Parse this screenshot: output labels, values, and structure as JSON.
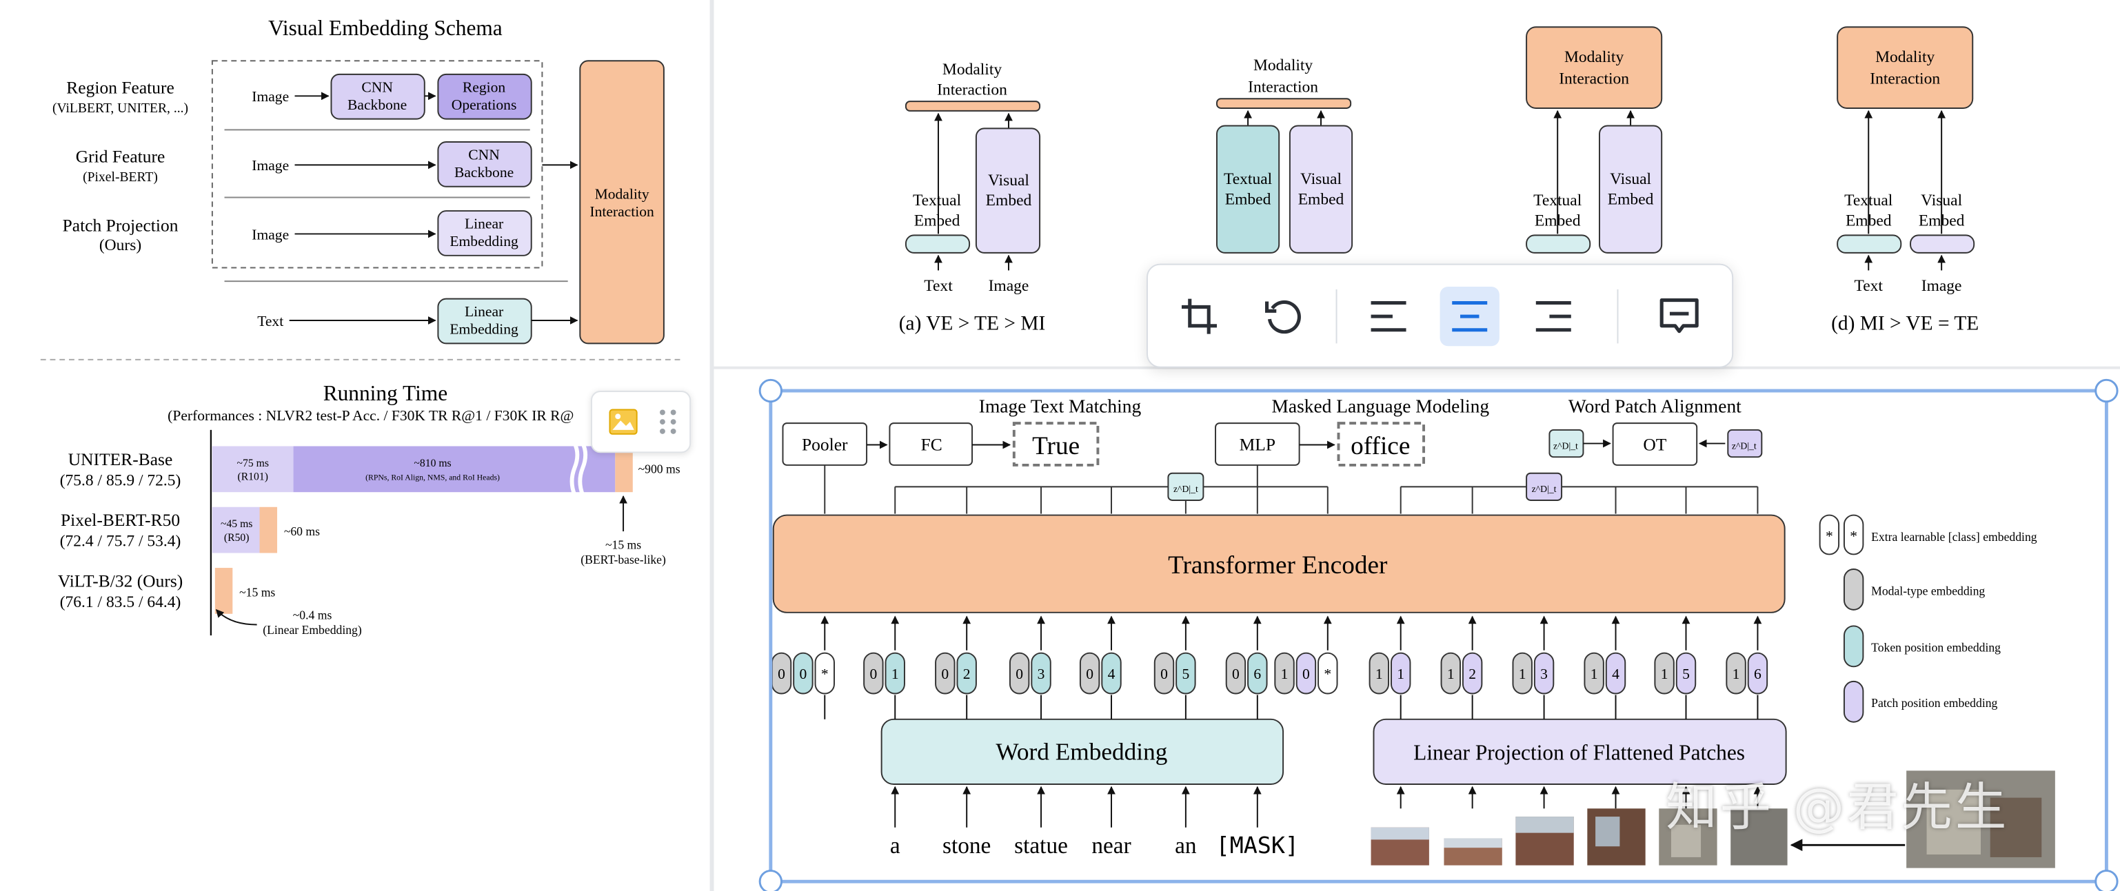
{
  "left": {
    "schema_title": "Visual Embedding Schema",
    "rows": [
      {
        "name": "Region Feature",
        "sub": "(ViLBERT, UNITER, ...)"
      },
      {
        "name": "Grid Feature",
        "sub": "(Pixel-BERT)"
      },
      {
        "name": "Patch Projection",
        "sub": "(Ours)"
      }
    ],
    "image_label": "Image",
    "text_label": "Text",
    "cnn_backbone": [
      "CNN",
      "Backbone"
    ],
    "region_ops": [
      "Region",
      "Operations"
    ],
    "linear_embedding": [
      "Linear",
      "Embedding"
    ],
    "modality_interaction": [
      "Modality",
      "Interaction"
    ],
    "running_time_title": "Running Time",
    "performances": "(Performances : NLVR2 test-P Acc. / F30K TR R@1 / F30K IR R@",
    "models": [
      {
        "name": "UNITER-Base",
        "scores": "(75.8 / 85.9 / 72.5)"
      },
      {
        "name": "Pixel-BERT-R50",
        "scores": "(72.4 / 75.7 / 53.4)"
      },
      {
        "name": "ViLT-B/32 (Ours)",
        "scores": "(76.1 / 83.5 / 64.4)"
      }
    ],
    "timings": {
      "uniter_cnn": [
        "~75 ms",
        "(R101)"
      ],
      "uniter_region": [
        "~810 ms",
        "(RPNs, RoI Align, NMS, and RoI Heads)"
      ],
      "uniter_total": "~900 ms",
      "pixel_cnn": [
        "~45 ms",
        "(R50)"
      ],
      "pixel_total": "~60 ms",
      "vilt_total": "~15 ms",
      "bert_note": [
        "~15 ms",
        "(BERT-base-like)"
      ],
      "linear_note": [
        "~0.4 ms",
        "(Linear Embedding)"
      ]
    }
  },
  "taxonomy": {
    "modality_interaction": [
      "Modality",
      "Interaction"
    ],
    "textual_embed": [
      "Textual",
      "Embed"
    ],
    "visual_embed": [
      "Visual",
      "Embed"
    ],
    "text_label": "Text",
    "image_label": "Image",
    "caption_a": "(a) VE > TE > MI",
    "caption_d": "(d) MI > VE = TE"
  },
  "vilt": {
    "heads": [
      "Image Text Matching",
      "Masked Language Modeling",
      "Word Patch Alignment"
    ],
    "pooler": "Pooler",
    "fc": "FC",
    "true_label": "True",
    "mlp": "MLP",
    "office_label": "office",
    "ot": "OT",
    "z_label": "z^D|_t",
    "encoder": "Transformer Encoder",
    "word_embedding": "Word Embedding",
    "linear_projection": "Linear Projection of Flattened Patches",
    "words": [
      "a",
      "stone",
      "statue",
      "near",
      "an",
      "[MASK]"
    ],
    "text_tokens": [
      [
        "0",
        "0",
        "*"
      ],
      [
        "0",
        "1"
      ],
      [
        "0",
        "2"
      ],
      [
        "0",
        "3"
      ],
      [
        "0",
        "4"
      ],
      [
        "0",
        "5"
      ],
      [
        "0",
        "6"
      ]
    ],
    "image_tokens": [
      [
        "1",
        "0",
        "*"
      ],
      [
        "1",
        "1"
      ],
      [
        "1",
        "2"
      ],
      [
        "1",
        "3"
      ],
      [
        "1",
        "4"
      ],
      [
        "1",
        "5"
      ],
      [
        "1",
        "6"
      ]
    ],
    "legend": [
      {
        "label": "Extra learnable [class] embedding",
        "color": "#ffffff"
      },
      {
        "label": "Modal-type embedding",
        "color": "#cfcfcf"
      },
      {
        "label": "Token position embedding",
        "color": "#b8e0e2"
      },
      {
        "label": "Patch position embedding",
        "color": "#d9d1f5"
      }
    ]
  },
  "toolbar": {
    "buttons": [
      "crop-icon",
      "rotate-icon",
      "align-left-icon",
      "align-center-icon",
      "align-right-icon",
      "comment-icon"
    ],
    "active": "align-center-icon"
  },
  "watermark": "知乎 @君先生",
  "colors": {
    "orange": "#f8c29c",
    "purple": "#d9d1f5",
    "teal": "#d6eeef",
    "selection": "#8cb3ea"
  }
}
